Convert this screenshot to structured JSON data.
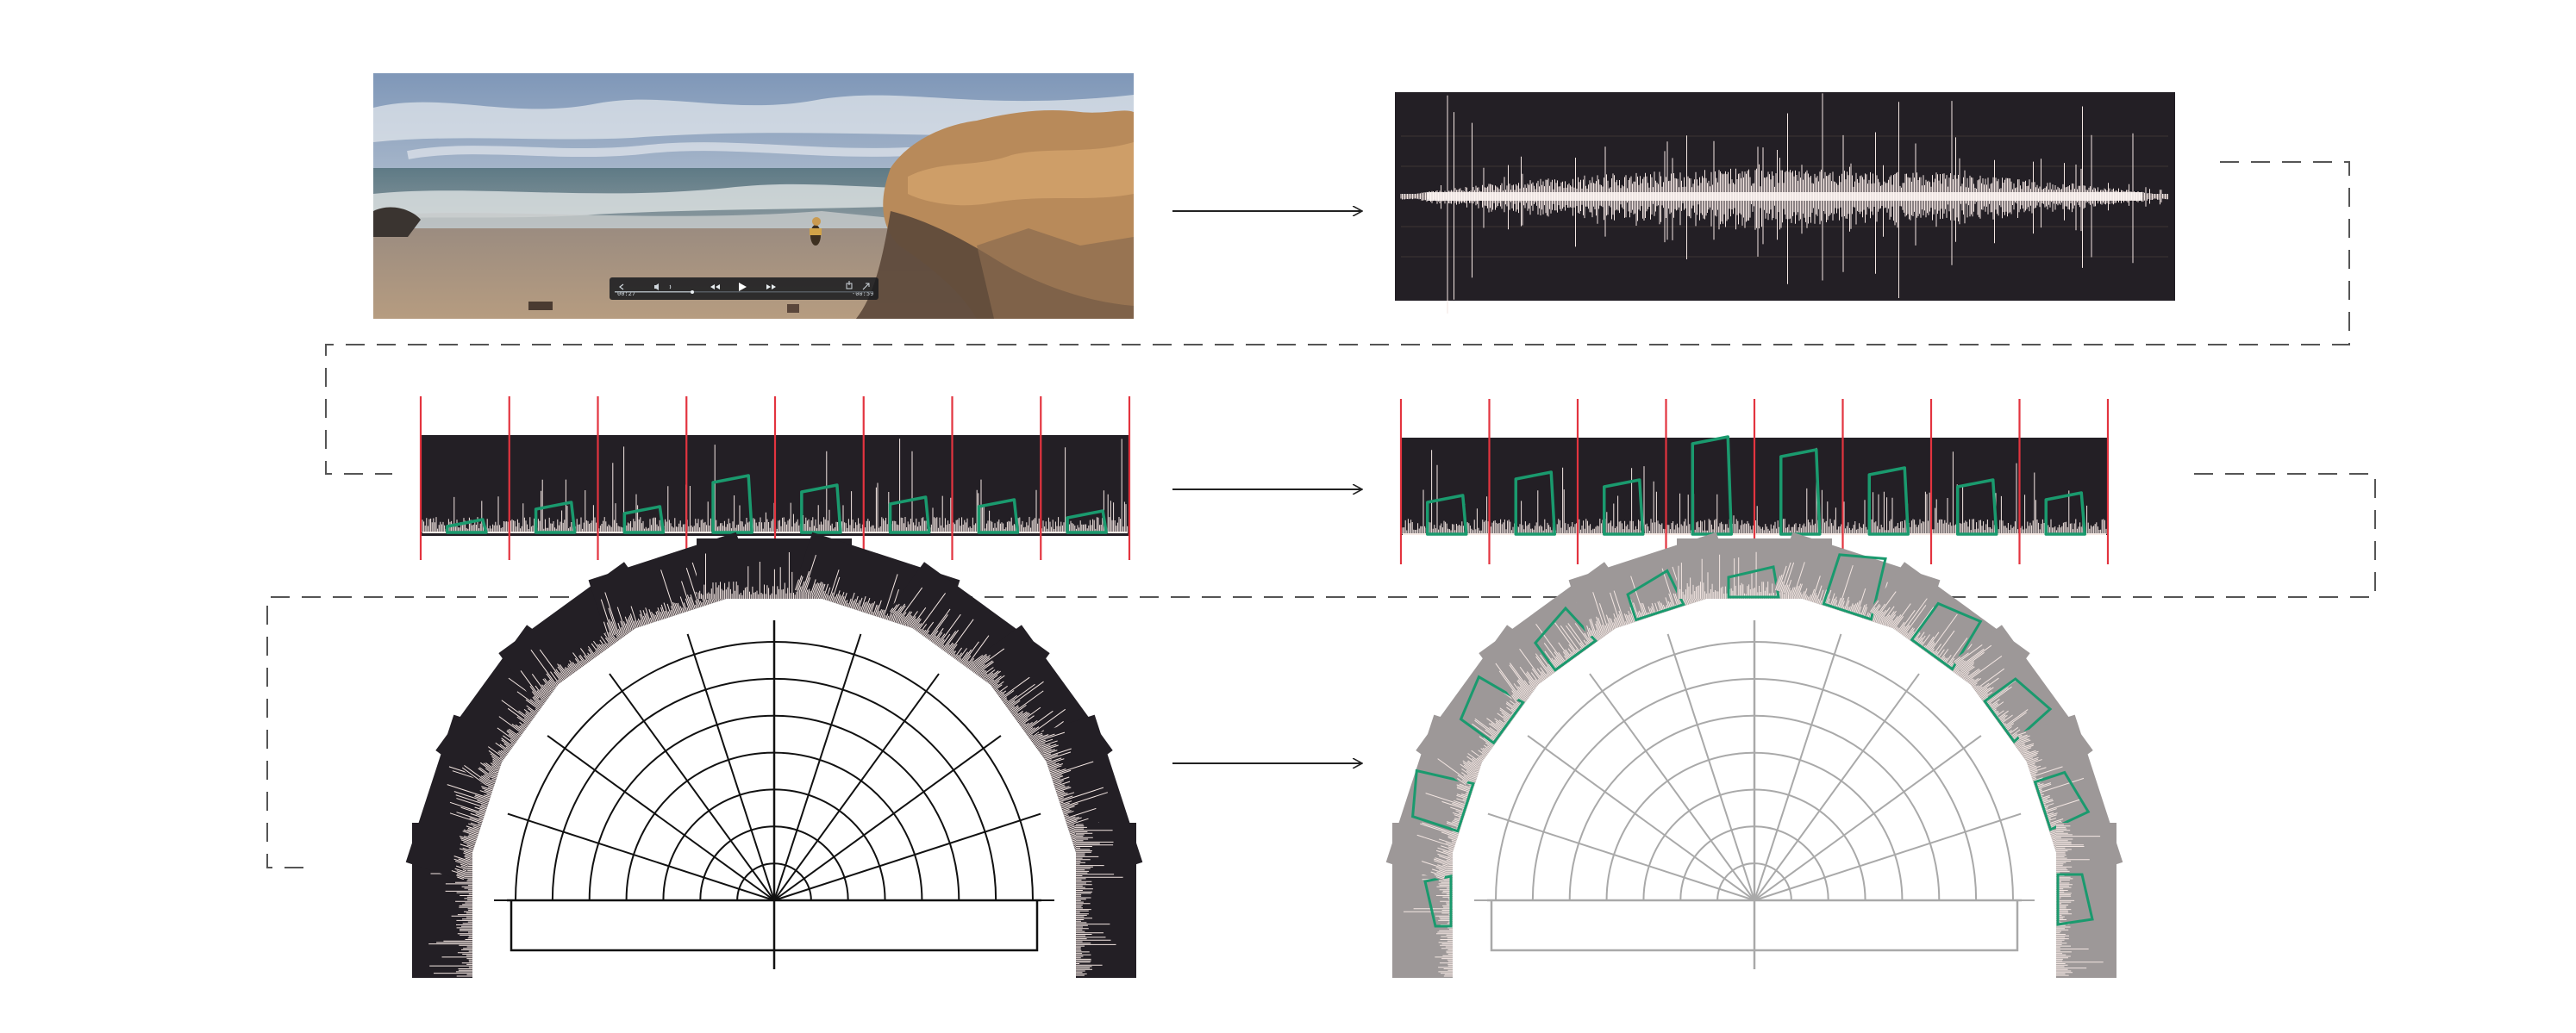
{
  "video_frame": {
    "scene": "beach-cliff-video-still",
    "player_controls": {
      "elapsed": "00:27",
      "remaining": "-00:59",
      "icons": [
        "back-icon",
        "volume-icon",
        "rewind-icon",
        "play-icon",
        "fast-forward-icon",
        "share-icon",
        "fullscreen-icon"
      ]
    }
  },
  "flow": {
    "stages": [
      "video-frame",
      "audio-waveform",
      "segmented-waveform",
      "refined-segments",
      "radial-waveform",
      "radial-outlines"
    ]
  },
  "colors": {
    "panel_dark": "#231f25",
    "waveform_light": "#f3e6e2",
    "segment_red": "#e3343f",
    "outline_green": "#1a9a6e",
    "panel_grey": "#9d9898",
    "guide_grey": "#a9a9a9",
    "connector": "#555555"
  },
  "segmented_waveform": {
    "divisions": 9,
    "outline_heights": [
      0.15,
      0.35,
      0.3,
      0.66,
      0.55,
      0.41,
      0.38,
      0.25
    ]
  },
  "refined_waveform": {
    "divisions": 9,
    "outline_heights": [
      0.45,
      0.72,
      0.63,
      1.13,
      0.98,
      0.77,
      0.63,
      0.48
    ]
  },
  "radial_view": {
    "rings": 7,
    "panels": 11
  }
}
